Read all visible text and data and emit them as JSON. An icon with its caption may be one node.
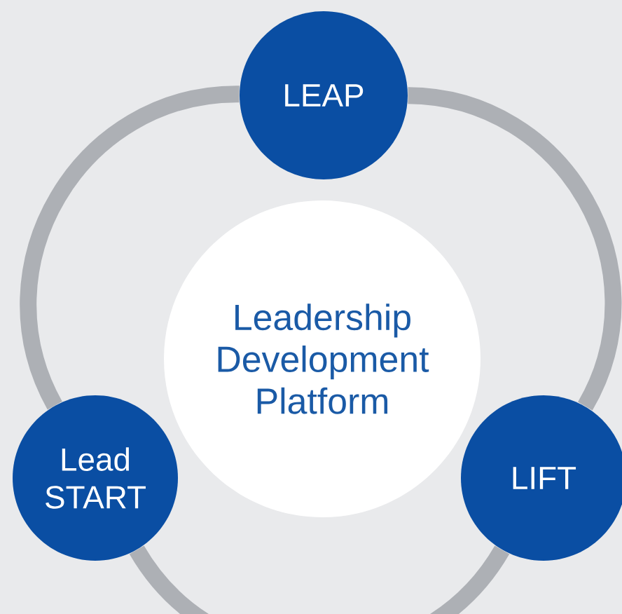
{
  "diagram": {
    "nodes": [
      {
        "text": [
          "Leadership Development Platform"
        ]
      },
      {
        "text": [
          "LEAP"
        ]
      },
      {
        "text": [
          "Lead START"
        ]
      },
      {
        "text": [
          "LIFT"
        ]
      }
    ],
    "edges": [
      {
        "from": 1,
        "to": 3,
        "arrow": "none"
      },
      {
        "from": 3,
        "to": 2,
        "arrow": "none"
      },
      {
        "from": 2,
        "to": 1,
        "arrow": "none"
      }
    ]
  }
}
